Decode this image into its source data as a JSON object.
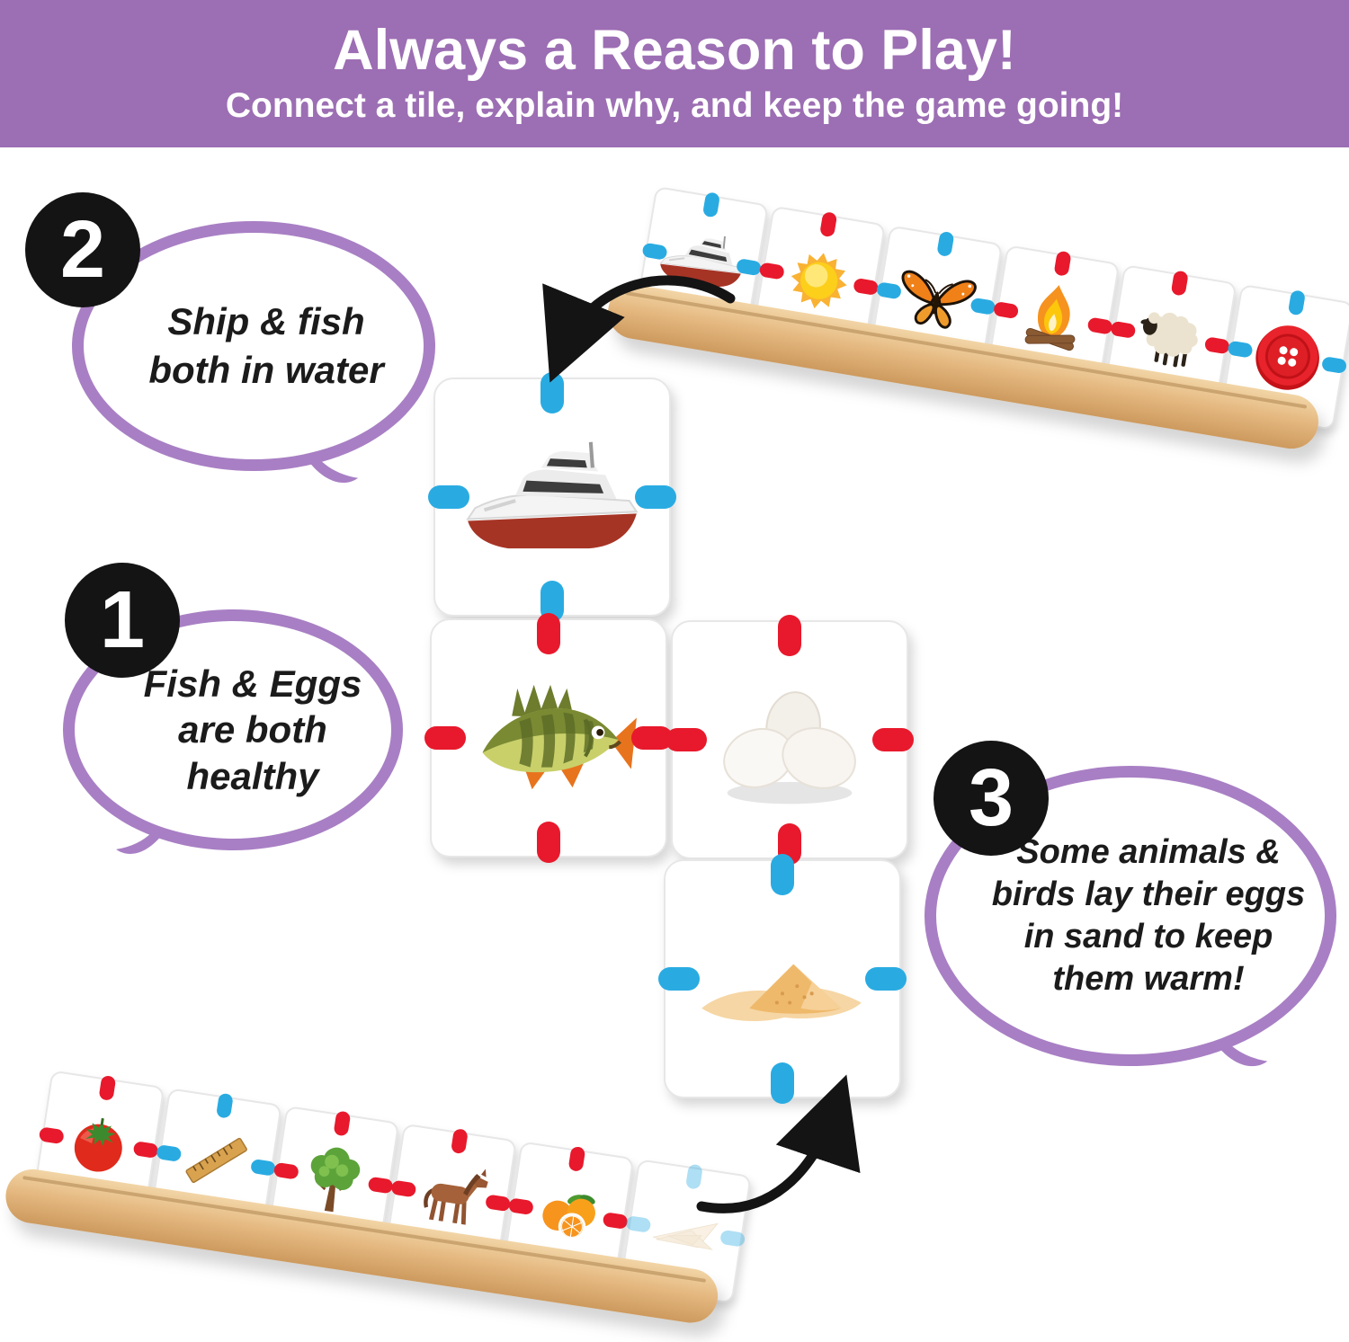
{
  "header": {
    "title": "Always a Reason to Play!",
    "subtitle": "Connect a tile, explain why, and keep the game going!"
  },
  "callouts": [
    {
      "number": "1",
      "lines": [
        "Fish & Eggs",
        "are both",
        "healthy"
      ]
    },
    {
      "number": "2",
      "lines": [
        "Ship & fish",
        "both in water"
      ]
    },
    {
      "number": "3",
      "lines": [
        "Some animals &",
        "birds lay their eggs",
        "in sand to keep",
        "them warm!"
      ]
    }
  ],
  "board": {
    "tiles": [
      {
        "name": "boat",
        "connectors": {
          "top": "blue",
          "right": "blue",
          "bottom": "blue",
          "left": "blue"
        }
      },
      {
        "name": "fish",
        "connectors": {
          "top": "red",
          "right": "red",
          "bottom": "red",
          "left": "red"
        }
      },
      {
        "name": "eggs",
        "connectors": {
          "top": "red",
          "right": "red",
          "bottom": "red",
          "left": "red"
        }
      },
      {
        "name": "sand",
        "connectors": {
          "top": "blue",
          "right": "blue",
          "bottom": "blue",
          "left": "blue"
        }
      }
    ]
  },
  "racks": {
    "top": {
      "tiles": [
        {
          "name": "boat",
          "connector_color": "blue"
        },
        {
          "name": "sun",
          "connector_color": "red"
        },
        {
          "name": "butterfly",
          "connector_color": "blue"
        },
        {
          "name": "campfire",
          "connector_color": "red"
        },
        {
          "name": "sheep",
          "connector_color": "red"
        },
        {
          "name": "button",
          "connector_color": "blue"
        }
      ]
    },
    "bottom": {
      "tiles": [
        {
          "name": "tomato",
          "connector_color": "red"
        },
        {
          "name": "ruler",
          "connector_color": "blue"
        },
        {
          "name": "tree",
          "connector_color": "red"
        },
        {
          "name": "horse",
          "connector_color": "red"
        },
        {
          "name": "oranges",
          "connector_color": "red"
        },
        {
          "name": "hand-fan",
          "connector_color": "blue",
          "faded": true
        }
      ]
    }
  },
  "colors": {
    "banner_purple": "#9c6eb3",
    "bubble_purple": "#a87fc4",
    "connector_red": "#e8192c",
    "connector_blue": "#29abe2",
    "wood_light": "#f2d5a6",
    "wood_mid": "#e5b981",
    "wood_dark": "#cd9a5e",
    "arrow_black": "#141414"
  }
}
